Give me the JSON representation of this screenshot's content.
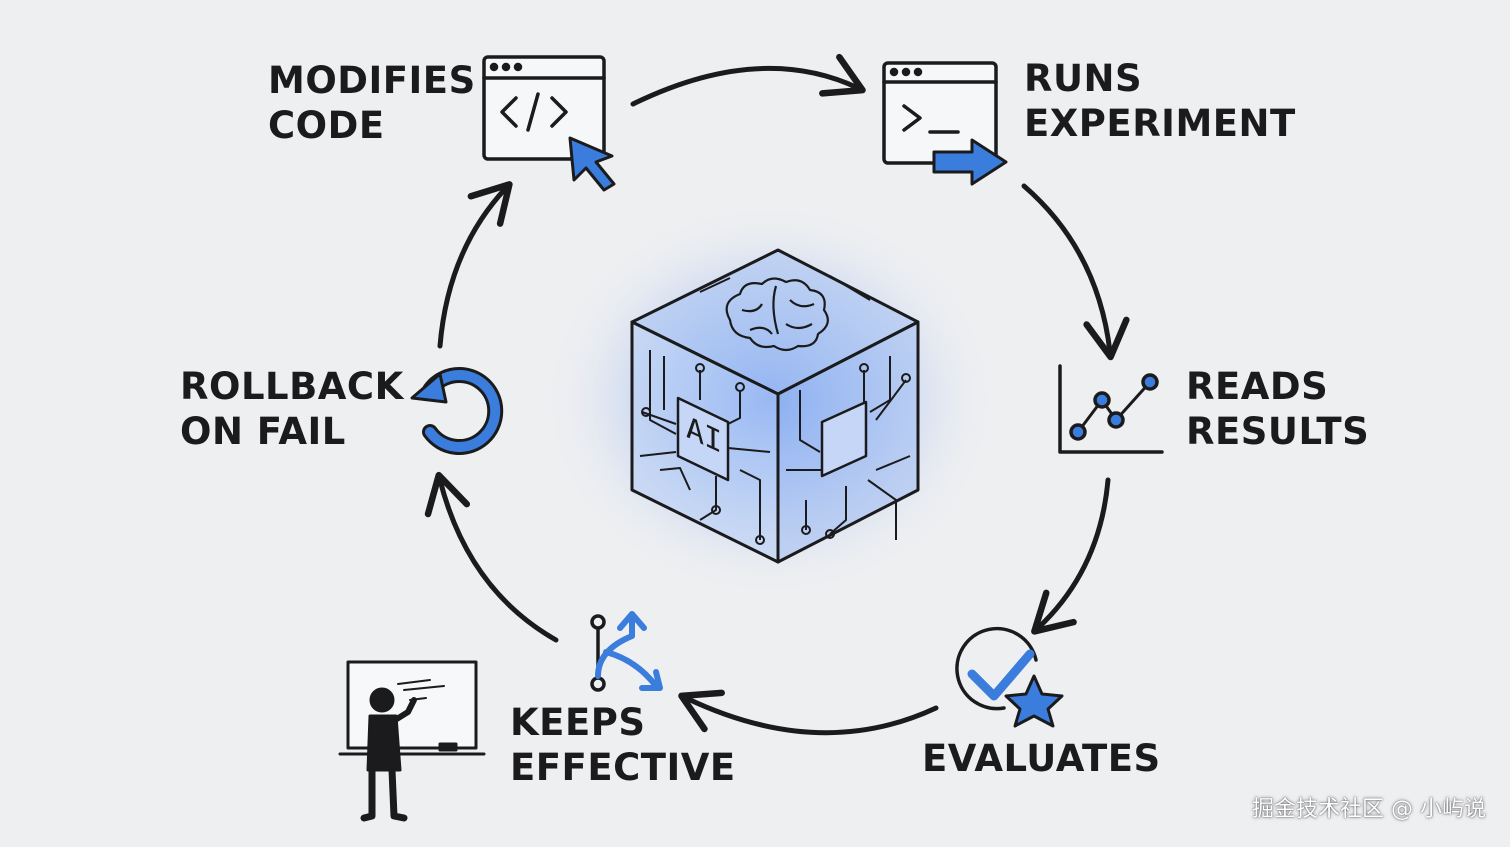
{
  "diagram": {
    "center": {
      "chip_label": "AI",
      "icon": "ai-brain-cube-icon"
    },
    "steps": [
      {
        "id": "modifies-code",
        "lines": [
          "MODIFIES",
          "CODE"
        ],
        "icon": "code-window-icon"
      },
      {
        "id": "runs-experiment",
        "lines": [
          "RUNS",
          "EXPERIMENT"
        ],
        "icon": "terminal-window-icon"
      },
      {
        "id": "reads-results",
        "lines": [
          "READS",
          "RESULTS"
        ],
        "icon": "line-chart-icon"
      },
      {
        "id": "evaluates",
        "lines": [
          "EVALUATES"
        ],
        "icon": "check-star-icon"
      },
      {
        "id": "keeps-effective",
        "lines": [
          "KEEPS",
          "EFFECTIVE"
        ],
        "icon": "git-branch-icon"
      },
      {
        "id": "rollback-on-fail",
        "lines": [
          "ROLLBACK",
          "ON FAIL"
        ],
        "icon": "rollback-icon"
      }
    ],
    "figure_icon": "person-at-whiteboard-icon"
  },
  "colors": {
    "accent": "#3b7ddd",
    "ink": "#1b1b1d",
    "background": "#eeeff1",
    "glow": "#6f9bf0"
  },
  "watermark": "掘金技术社区 @ 小屿说"
}
